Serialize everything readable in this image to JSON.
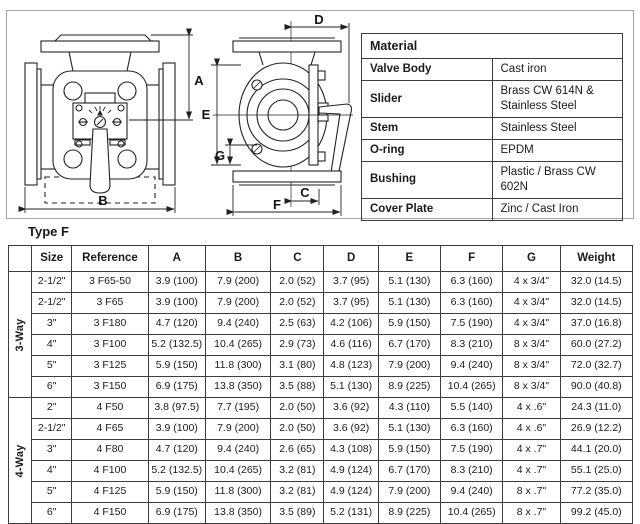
{
  "drawings": {
    "front_labels": {
      "a": "A",
      "b": "B"
    },
    "side_labels": {
      "c": "C",
      "d": "D",
      "e": "E",
      "f": "F",
      "g": "G"
    }
  },
  "material_table": {
    "title": "Material",
    "rows": [
      {
        "label": "Valve Body",
        "value": "Cast iron"
      },
      {
        "label": "Slider",
        "value": "Brass CW 614N & Stainless Steel"
      },
      {
        "label": "Stem",
        "value": "Stainless Steel"
      },
      {
        "label": "O-ring",
        "value": "EPDM"
      },
      {
        "label": "Bushing",
        "value": "Plastic / Brass  CW 602N"
      },
      {
        "label": "Cover Plate",
        "value": "Zinc / Cast Iron"
      }
    ]
  },
  "type_f": {
    "title": "Type F",
    "columns": [
      "Size",
      "Reference",
      "A",
      "B",
      "C",
      "D",
      "E",
      "F",
      "G",
      "Weight"
    ],
    "groups": [
      {
        "name": "3-Way",
        "rows": [
          [
            "2-1/2\"",
            "3 F65-50",
            "3.9 (100)",
            "7.9 (200)",
            "2.0 (52)",
            "3.7 (95)",
            "5.1 (130)",
            "6.3 (160)",
            "4 x 3/4\"",
            "32.0 (14.5)"
          ],
          [
            "2-1/2\"",
            "3 F65",
            "3.9 (100)",
            "7.9 (200)",
            "2.0 (52)",
            "3.7 (95)",
            "5.1 (130)",
            "6.3 (160)",
            "4 x 3/4\"",
            "32.0 (14.5)"
          ],
          [
            "3\"",
            "3 F180",
            "4.7 (120)",
            "9.4 (240)",
            "2.5 (63)",
            "4.2 (106)",
            "5.9 (150)",
            "7.5 (190)",
            "4 x 3/4\"",
            "37.0 (16.8)"
          ],
          [
            "4\"",
            "3 F100",
            "5.2 (132.5)",
            "10.4 (265)",
            "2.9 (73)",
            "4.6 (116)",
            "6.7 (170)",
            "8.3 (210)",
            "8 x 3/4\"",
            "60.0 (27.2)"
          ],
          [
            "5\"",
            "3 F125",
            "5.9 (150)",
            "11.8 (300)",
            "3.1 (80)",
            "4.8 (123)",
            "7.9 (200)",
            "9.4 (240)",
            "8 x 3/4\"",
            "72.0 (32.7)"
          ],
          [
            "6\"",
            "3 F150",
            "6.9 (175)",
            "13.8 (350)",
            "3.5 (88)",
            "5.1 (130)",
            "8.9 (225)",
            "10.4 (265)",
            "8 x 3/4\"",
            "90.0 (40.8)"
          ]
        ]
      },
      {
        "name": "4-Way",
        "rows": [
          [
            "2\"",
            "4 F50",
            "3.8 (97.5)",
            "7.7 (195)",
            "2.0 (50)",
            "3.6 (92)",
            "4.3 (110)",
            "5.5 (140)",
            "4 x .6\"",
            "24.3 (11.0)"
          ],
          [
            "2-1/2\"",
            "4 F65",
            "3.9 (100)",
            "7.9 (200)",
            "2.0 (50)",
            "3.6 (92)",
            "5.1 (130)",
            "6.3 (160)",
            "4 x .6\"",
            "26.9 (12.2)"
          ],
          [
            "3\"",
            "4 F80",
            "4.7 (120)",
            "9.4 (240)",
            "2.6 (65)",
            "4.3 (108)",
            "5.9 (150)",
            "7.5 (190)",
            "4 x .7\"",
            "44.1 (20.0)"
          ],
          [
            "4\"",
            "4 F100",
            "5.2 (132.5)",
            "10.4 (265)",
            "3.2 (81)",
            "4.9 (124)",
            "6.7 (170)",
            "8.3 (210)",
            "4 x .7\"",
            "55.1 (25.0)"
          ],
          [
            "5\"",
            "4 F125",
            "5.9 (150)",
            "11.8 (300)",
            "3.2 (81)",
            "4.9 (124)",
            "7.9 (200)",
            "9.4 (240)",
            "8 x .7\"",
            "77.2 (35.0)"
          ],
          [
            "6\"",
            "4 F150",
            "6.9 (175)",
            "13.8 (350)",
            "3.5 (89)",
            "5.2 (131)",
            "8.9 (225)",
            "10.4 (265)",
            "8 x .7\"",
            "99.2 (45.0)"
          ]
        ]
      }
    ]
  },
  "colors": {
    "line_art": "#222222",
    "table_border": "#3d3d3d",
    "panel_border": "#a6a6a6"
  }
}
